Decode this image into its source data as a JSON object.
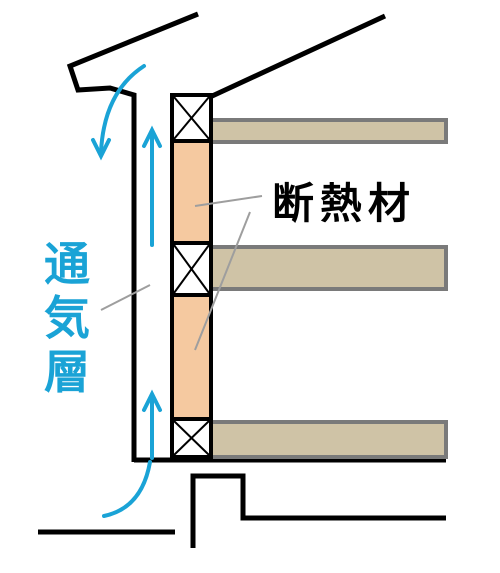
{
  "labels": {
    "insulation": "断熱材",
    "air_layer": [
      "通",
      "気",
      "層"
    ]
  },
  "colors": {
    "line": "#000000",
    "insulation_fill": "#F5C9A0",
    "joist_fill": "#CFC3A6",
    "joist_stroke": "#7A7A7A",
    "arrow": "#1AA3D6",
    "leader": "#9E9E9E",
    "air_label": "#1AA3D6"
  }
}
